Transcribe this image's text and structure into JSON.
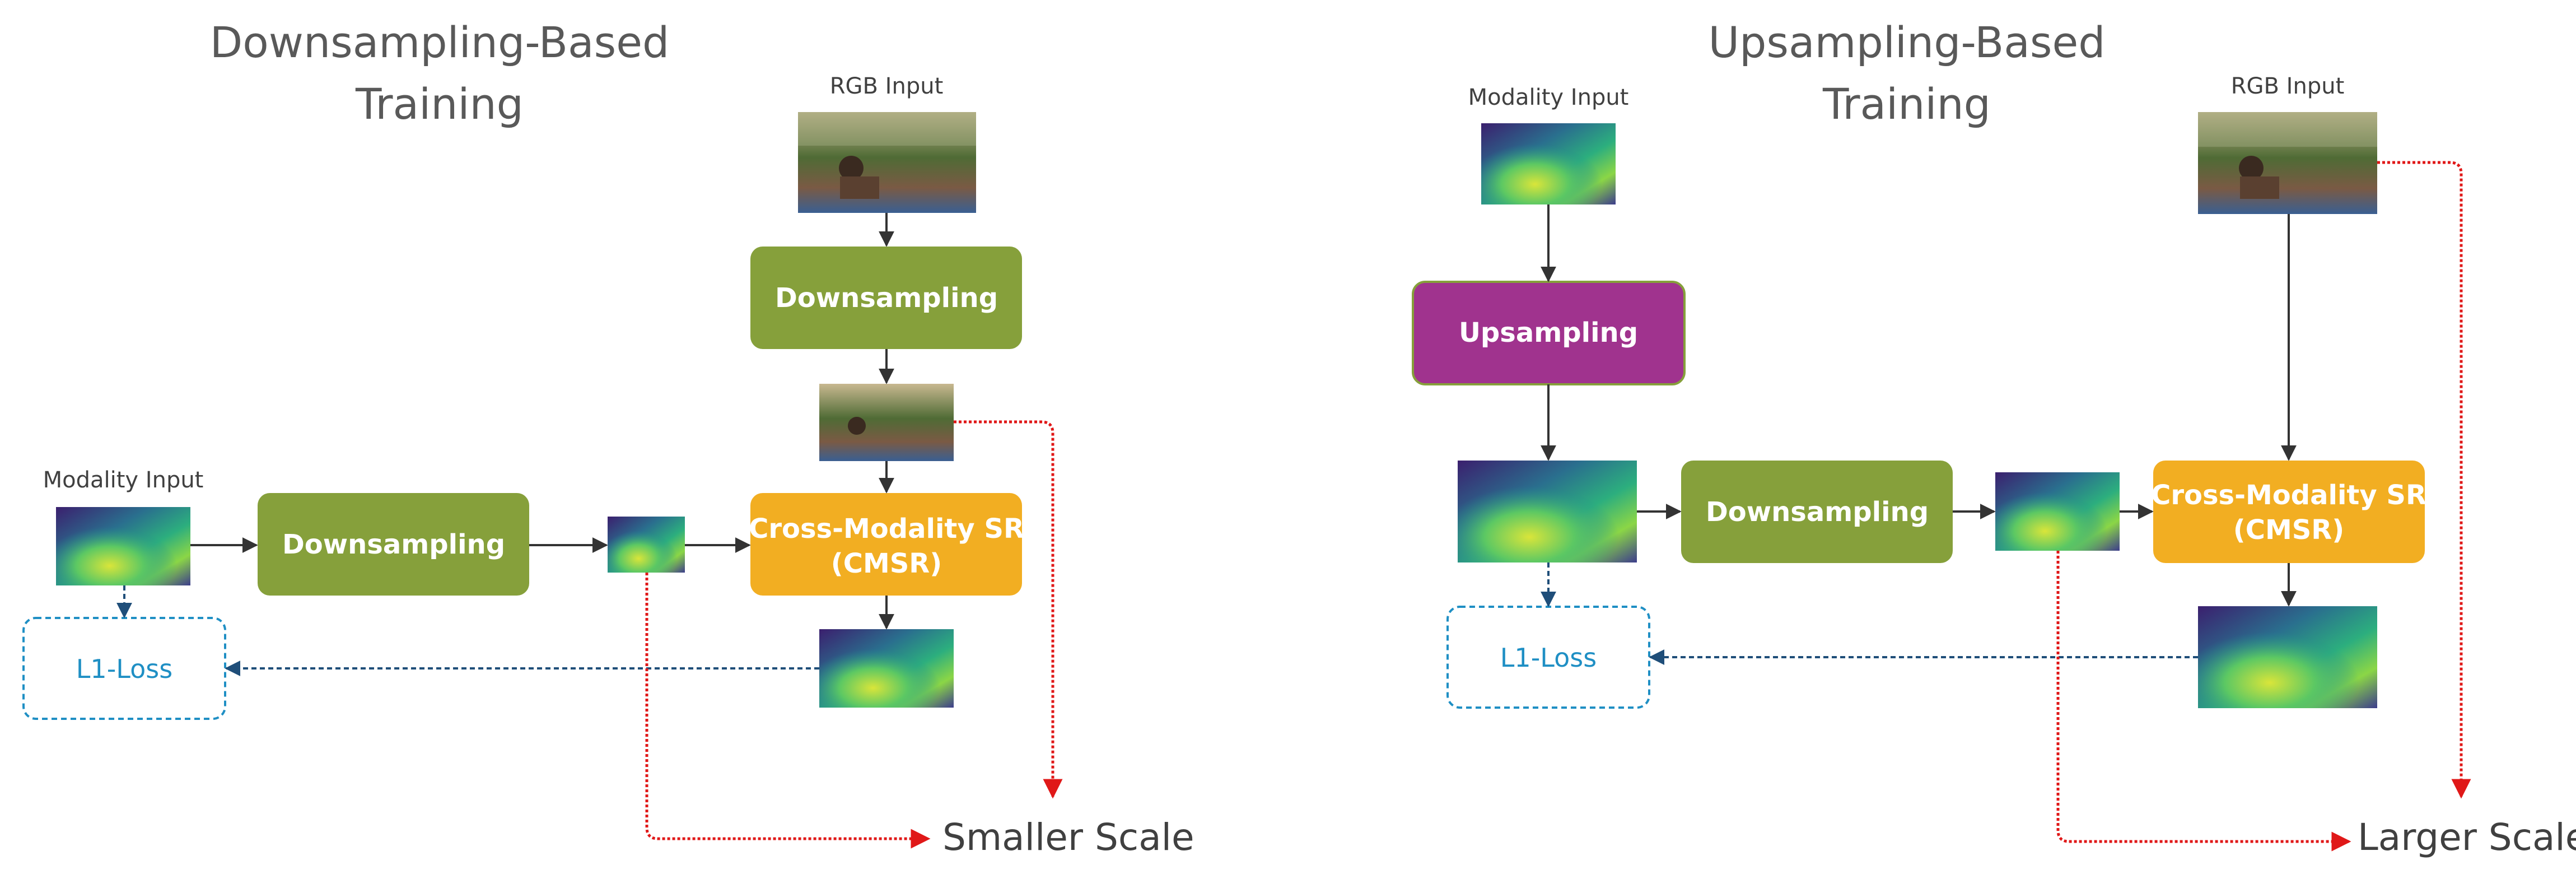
{
  "colors": {
    "downsampling": "#86a03b",
    "upsampling": "#a0338e",
    "cmsr": "#f2ae22",
    "loss": "#1f8fc4",
    "red_path": "#e01818",
    "dark_dashed": "#1f4e79",
    "arrow": "#333333"
  },
  "left": {
    "title_line1": "Downsampling-Based",
    "title_line2": "Training",
    "rgb_input_label": "RGB Input",
    "modality_input_label": "Modality Input",
    "downsampling_rgb": "Downsampling",
    "downsampling_modality": "Downsampling",
    "cmsr_line1": "Cross-Modality SR",
    "cmsr_line2": "(CMSR)",
    "loss": "L1-Loss",
    "scale": "Smaller Scale"
  },
  "right": {
    "title_line1": "Upsampling-Based",
    "title_line2": "Training",
    "rgb_input_label": "RGB Input",
    "modality_input_label": "Modality Input",
    "upsampling": "Upsampling",
    "downsampling": "Downsampling",
    "cmsr_line1": "Cross-Modality SR",
    "cmsr_line2": "(CMSR)",
    "loss": "L1-Loss",
    "scale": "Larger Scale"
  },
  "icons": {
    "rgb_image": "photo-icon",
    "depth_image": "heatmap-icon"
  }
}
